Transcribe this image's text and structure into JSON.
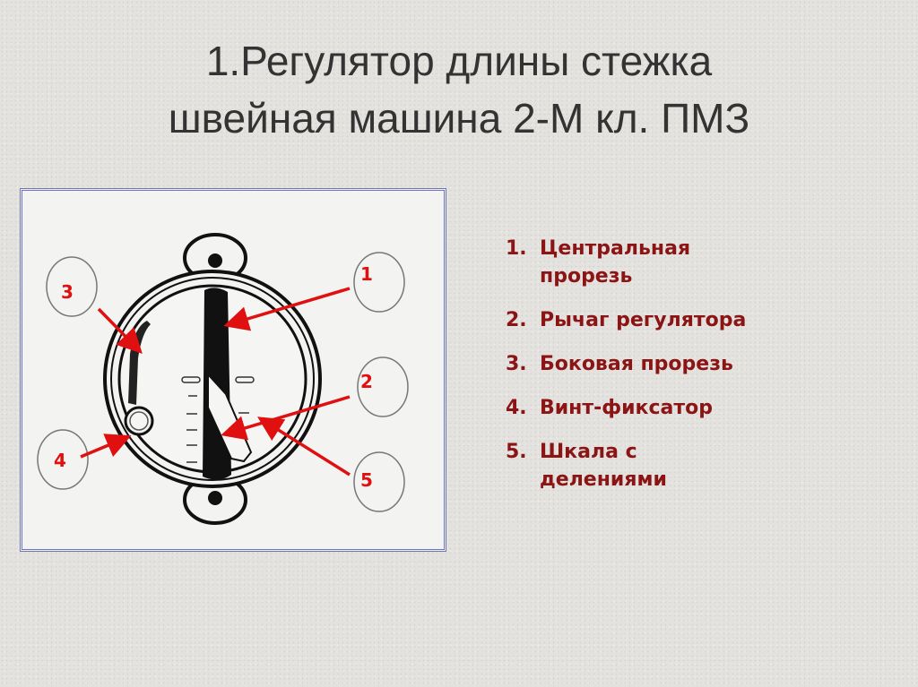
{
  "title": {
    "line1": "1.Регулятор длины стежка",
    "line2": "швейная машина 2-М кл. ПМЗ"
  },
  "diagram": {
    "callouts": [
      "1",
      "2",
      "3",
      "4",
      "5"
    ],
    "arrow_color": "#e01010"
  },
  "legend": [
    {
      "num": "1.",
      "text": "Центральная прорезь"
    },
    {
      "num": "2.",
      "text": "Рычаг регулятора"
    },
    {
      "num": "3.",
      "text": "Боковая прорезь"
    },
    {
      "num": "4.",
      "text": "Винт-фиксатор"
    },
    {
      "num": "5.",
      "text": "Шкала с делениями"
    }
  ]
}
